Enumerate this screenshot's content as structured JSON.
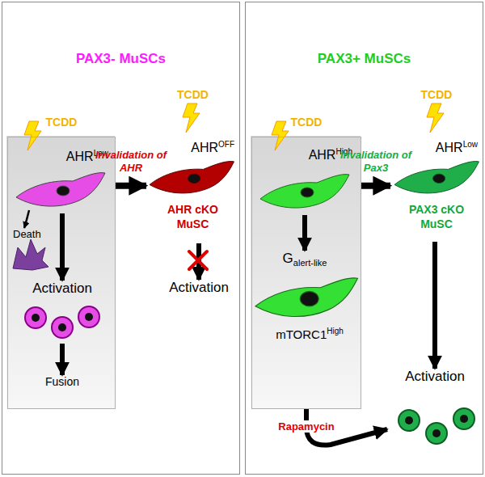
{
  "diagram": {
    "nodes": [
      {
        "text": [
          "PAX3- MuSCs"
        ]
      },
      {
        "text": [
          "TCDD"
        ],
        "in": 0
      },
      {
        "text": [
          "AHR",
          "Low"
        ],
        "in": 1
      },
      {
        "text": [
          "Death"
        ],
        "in": 1
      },
      {
        "text": [
          "Activation"
        ],
        "in": 1
      },
      {
        "text": [
          "Fusion"
        ],
        "in": 1
      },
      {
        "text": [
          "TCDD",
          "AHR",
          "OFF",
          "AHR cKO MuSC"
        ],
        "in": 0
      },
      {
        "text": [
          "Activation"
        ],
        "in": 0
      },
      {
        "text": [
          "PAX3+ MuSCs"
        ]
      },
      {
        "text": [
          "TCDD"
        ],
        "in": 8
      },
      {
        "text": [
          "AHR",
          "High"
        ],
        "in": 9
      },
      {
        "text": [
          "G",
          "alert-like"
        ],
        "in": 9
      },
      {
        "text": [
          "mTORC1",
          "High"
        ],
        "in": 9
      },
      {
        "text": [
          "TCDD",
          "AHR",
          "Low",
          "PAX3 cKO MuSC"
        ],
        "in": 8
      },
      {
        "text": [
          "Activation"
        ],
        "in": 8
      }
    ],
    "edges": [
      {
        "from": 2,
        "to": 3,
        "arrow": "to"
      },
      {
        "from": 2,
        "to": 4,
        "arrow": "to"
      },
      {
        "from": 4,
        "to": 5,
        "arrow": "to"
      },
      {
        "from": 1,
        "to": 6,
        "label": "Invalidation of AHR",
        "arrow": "to"
      },
      {
        "from": 6,
        "to": 7,
        "arrow": "to"
      },
      {
        "from": 10,
        "to": 11,
        "arrow": "to"
      },
      {
        "from": 9,
        "to": 13,
        "label": "Invalidation of Pax3",
        "arrow": "to"
      },
      {
        "from": 13,
        "to": 14,
        "arrow": "to"
      },
      {
        "from": 9,
        "to": 14,
        "label": "Rapamycin",
        "arrow": "to"
      }
    ]
  }
}
